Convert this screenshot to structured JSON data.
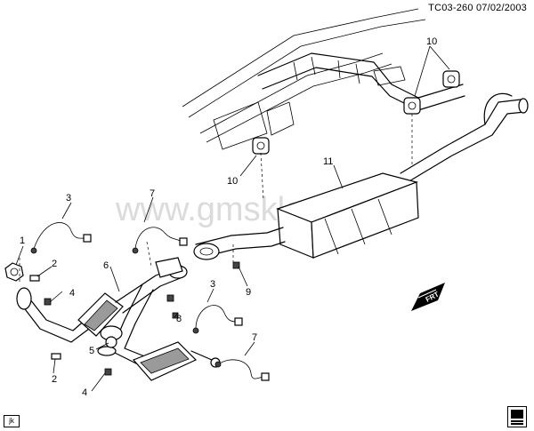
{
  "header": {
    "code": "TC03-260 07/02/2003"
  },
  "watermark": "www.gmsklad.ru",
  "corner_tag": "jk",
  "orientation_label": "FRT",
  "callouts": [
    {
      "id": "c1",
      "text": "1"
    },
    {
      "id": "c2a",
      "text": "2"
    },
    {
      "id": "c2b",
      "text": "2"
    },
    {
      "id": "c3a",
      "text": "3"
    },
    {
      "id": "c3b",
      "text": "3"
    },
    {
      "id": "c4a",
      "text": "4"
    },
    {
      "id": "c4b",
      "text": "4"
    },
    {
      "id": "c5",
      "text": "5"
    },
    {
      "id": "c6",
      "text": "6"
    },
    {
      "id": "c7a",
      "text": "7"
    },
    {
      "id": "c7b",
      "text": "7"
    },
    {
      "id": "c8",
      "text": "8"
    },
    {
      "id": "c9",
      "text": "9"
    },
    {
      "id": "c10a",
      "text": "10"
    },
    {
      "id": "c10b",
      "text": "10"
    },
    {
      "id": "c11",
      "text": "11"
    }
  ]
}
